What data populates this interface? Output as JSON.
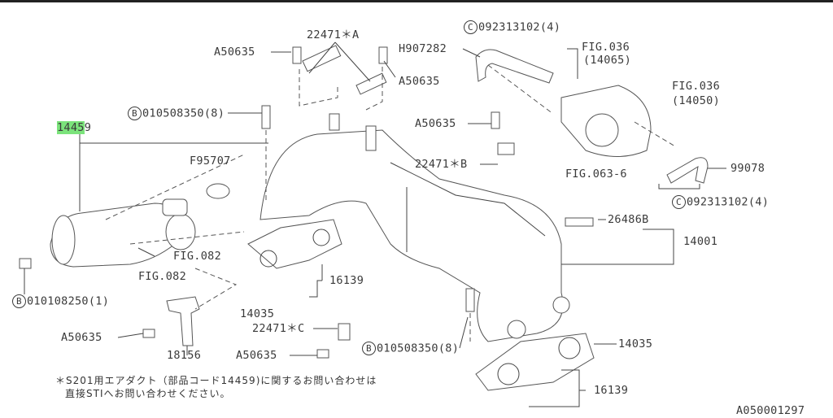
{
  "labels": {
    "p22471a": "22471＊A",
    "a50635_1": "A50635",
    "h907282": "H907282",
    "a50635_2": "A50635",
    "c092313102_1": "092313102(4)",
    "fig036_1": "FIG.036",
    "p14065": "(14065)",
    "fig036_2": "FIG.036",
    "p14050": "(14050)",
    "b010508350_1": "010508350(8)",
    "p14459_hl": "1445",
    "p14459_rest": "9",
    "a50635_3": "A50635",
    "f95707": "F95707",
    "p22471b": "22471＊B",
    "p99078": "99078",
    "fig063": "FIG.063-6",
    "c092313102_2": "092313102(4)",
    "p26486b": "26486B",
    "p14001": "14001",
    "fig082_1": "FIG.082",
    "fig082_2": "FIG.082",
    "p16139_1": "16139",
    "b010108250": "010108250(1)",
    "p14035_1": "14035",
    "p22471c": "22471＊C",
    "a50635_4": "A50635",
    "p14035_2": "14035",
    "a50635_5": "A50635",
    "p18156": "18156",
    "b010508350_2": "010508350(8)",
    "p16139_2": "16139",
    "diagram_id": "A050001297"
  },
  "markers": {
    "b": "B",
    "c": "C"
  },
  "note": {
    "line1": "＊S201用エアダクト（部品コード14459)に関するお問い合わせは",
    "line2": "直接STIへお問い合わせください。"
  },
  "colors": {
    "highlight": "#7be37b"
  }
}
